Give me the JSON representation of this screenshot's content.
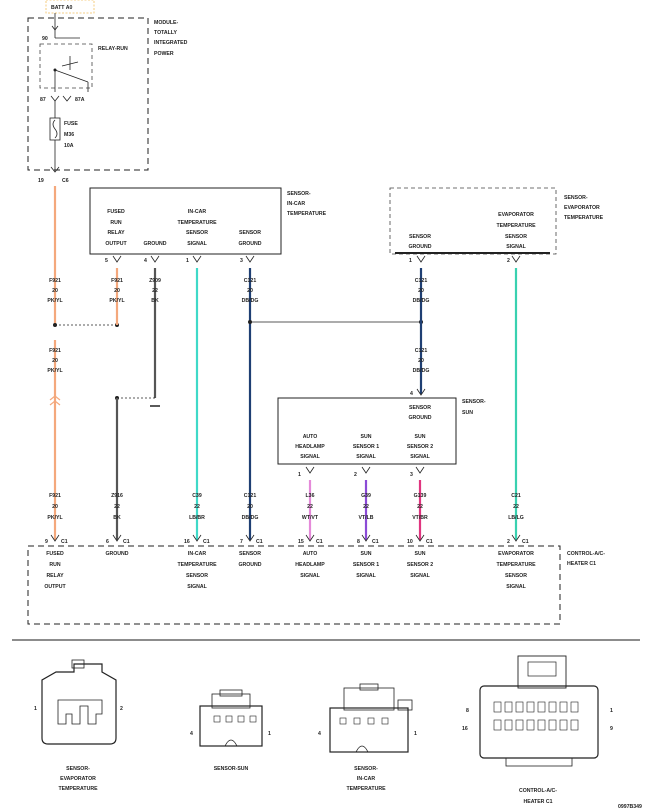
{
  "power_source": "BATT A0",
  "module": {
    "name": [
      "MODULE-",
      "TOTALLY",
      "INTEGRATED",
      "POWER"
    ],
    "relay_label": "RELAY-RUN",
    "relay_pins": {
      "top": "90",
      "left": "87",
      "right": "87A"
    },
    "fuse_label": [
      "FUSE",
      "M36",
      "10A"
    ],
    "output_pin": "19",
    "output_conn": "C6"
  },
  "sensor_incar_top": {
    "name": [
      "SENSOR-",
      "IN-CAR",
      "TEMPERATURE"
    ],
    "labels": [
      [
        "FUSED",
        "RUN",
        "RELAY",
        "OUTPUT"
      ],
      [
        "GROUND"
      ],
      [
        "IN-CAR",
        "TEMPERATURE",
        "SENSOR",
        "SIGNAL"
      ],
      [
        "SENSOR",
        "GROUND"
      ]
    ],
    "pins": [
      "5",
      "4",
      "1",
      "3"
    ]
  },
  "sensor_evap_top": {
    "name": [
      "SENSOR-",
      "EVAPORATOR",
      "TEMPERATURE"
    ],
    "labels": [
      [
        "SENSOR",
        "GROUND"
      ],
      [
        "EVAPORATOR",
        "TEMPERATURE",
        "SENSOR",
        "SIGNAL"
      ]
    ],
    "pins": [
      "1",
      "2"
    ]
  },
  "sensor_sun_top": {
    "name": [
      "SENSOR-",
      "SUN"
    ],
    "ground_label": [
      "SENSOR",
      "GROUND"
    ],
    "ground_pin": "4",
    "labels": [
      [
        "AUTO",
        "HEADLAMP",
        "SIGNAL"
      ],
      [
        "SUN",
        "SENSOR 1",
        "SIGNAL"
      ],
      [
        "SUN",
        "SENSOR 2",
        "SIGNAL"
      ]
    ],
    "pins": [
      "1",
      "2",
      "3"
    ]
  },
  "wires": {
    "f921_a": [
      "F921",
      "20",
      "PK/YL"
    ],
    "f921_b": [
      "F921",
      "20",
      "PK/YL"
    ],
    "z909": [
      "Z909",
      "22",
      "BK"
    ],
    "c121_a": [
      "C121",
      "20",
      "DB/DG"
    ],
    "c121_b": [
      "C121",
      "20",
      "DB/DG"
    ],
    "f921_c": [
      "F921",
      "20",
      "PK/YL"
    ],
    "c121_c": [
      "C121",
      "20",
      "DB/DG"
    ],
    "bottom": [
      [
        "F921",
        "20",
        "PK/YL"
      ],
      [
        "Z916",
        "22",
        "BK"
      ],
      [
        "C39",
        "22",
        "LB/BR"
      ],
      [
        "C121",
        "20",
        "DB/DG"
      ],
      [
        "L36",
        "22",
        "WT/VT"
      ],
      [
        "G39",
        "22",
        "VT/LB"
      ],
      [
        "G139",
        "22",
        "VT/BR"
      ],
      [
        "C21",
        "22",
        "LB/LG"
      ]
    ]
  },
  "control": {
    "name": [
      "CONTROL-A/C-",
      "HEATER C1"
    ],
    "pins": [
      "9",
      "6",
      "16",
      "7",
      "15",
      "8",
      "10",
      "2"
    ],
    "conn": "C1",
    "labels": [
      [
        "FUSED",
        "RUN",
        "RELAY",
        "OUTPUT"
      ],
      [
        "GROUND"
      ],
      [
        "IN-CAR",
        "TEMPERATURE",
        "SENSOR",
        "SIGNAL"
      ],
      [
        "SENSOR",
        "GROUND"
      ],
      [
        "AUTO",
        "HEADLAMP",
        "SIGNAL"
      ],
      [
        "SUN",
        "SENSOR 1",
        "SIGNAL"
      ],
      [
        "SUN",
        "SENSOR 2",
        "SIGNAL"
      ],
      [
        "EVAPORATOR",
        "TEMPERATURE",
        "SENSOR",
        "SIGNAL"
      ]
    ]
  },
  "connector_views": {
    "evap": {
      "label": [
        "SENSOR-",
        "EVAPORATOR",
        "TEMPERATURE"
      ],
      "pins": [
        "1",
        "2"
      ]
    },
    "sun": {
      "label": [
        "SENSOR-SUN"
      ],
      "pins": [
        "4",
        "1"
      ]
    },
    "incar": {
      "label": [
        "SENSOR-",
        "IN-CAR",
        "TEMPERATURE"
      ],
      "pins": [
        "4",
        "1"
      ]
    },
    "control": {
      "label": [
        "CONTROL-A/C-",
        "HEATER C1"
      ],
      "pins": [
        "8",
        "16",
        "1",
        "9"
      ]
    }
  },
  "figure_id": "0997B349",
  "colors": {
    "pk_yl": "#f4a87c",
    "bk": "#555555",
    "lb_br": "#3fd9c8",
    "db_dg": "#1f3f73",
    "wt_vt": "#e58ad9",
    "vt_lb": "#8b4bd6",
    "vt_br": "#e0357f",
    "lb_lg": "#39d1b0"
  }
}
